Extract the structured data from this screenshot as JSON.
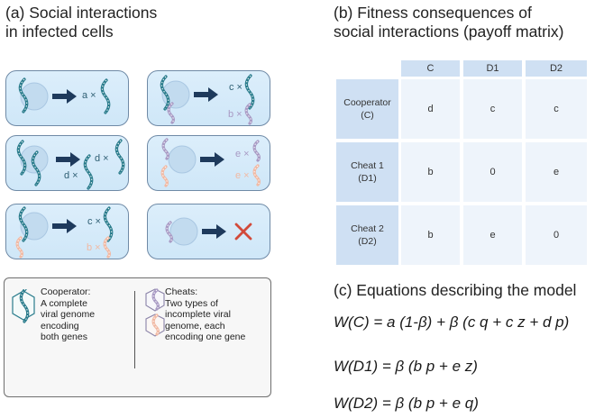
{
  "panels": {
    "a": {
      "title_line1": "(a) Social interactions",
      "title_line2": "in infected cells"
    },
    "b": {
      "title_line1": "(b) Fitness consequences of",
      "title_line2": "social interactions (payoff matrix)"
    },
    "c": {
      "title": "(c) Equations describing the model"
    }
  },
  "cells": [
    {
      "output_labels": [
        "a ×"
      ]
    },
    {
      "output_labels": [
        "c ×",
        "b ×"
      ]
    },
    {
      "output_labels": [
        "d ×",
        "d ×"
      ]
    },
    {
      "output_labels": [
        "e ×",
        "e ×"
      ]
    },
    {
      "output_labels": [
        "c ×",
        "b ×"
      ]
    },
    {
      "output_labels": [],
      "result_icon": "red-cross-icon"
    }
  ],
  "colors": {
    "cell_fill": "#d6ebf9",
    "cell_border": "#6f8aa6",
    "cooperator_genome": "#2a7c8c",
    "cheat1_genome": "#a89ac4",
    "cheat2_genome": "#f1b9a3",
    "arrow": "#1e3a5c",
    "cross": "#d24a3a",
    "matrix_header": "#cfe0f3",
    "matrix_cell": "#eef4fb"
  },
  "matrix": {
    "columns": [
      "C",
      "D1",
      "D2"
    ],
    "rows": [
      {
        "label_line1": "Cooperator",
        "label_line2": "(C)",
        "values": [
          "d",
          "c",
          "c"
        ]
      },
      {
        "label_line1": "Cheat 1",
        "label_line2": "(D1)",
        "values": [
          "b",
          "0",
          "e"
        ]
      },
      {
        "label_line1": "Cheat 2",
        "label_line2": "(D2)",
        "values": [
          "b",
          "e",
          "0"
        ]
      }
    ]
  },
  "legend": {
    "cooperator": [
      "Cooperator:",
      "A complete",
      "viral genome",
      "encoding",
      "both genes"
    ],
    "cheats": [
      "Cheats:",
      "Two types of",
      "incomplete viral",
      "genome, each",
      "encoding one gene"
    ]
  },
  "equations": [
    "W(C) = a (1-β) + β (c q + c z + d p)",
    "W(D1) = β (b p + e z)",
    "W(D2) = β (b p + e q)"
  ]
}
